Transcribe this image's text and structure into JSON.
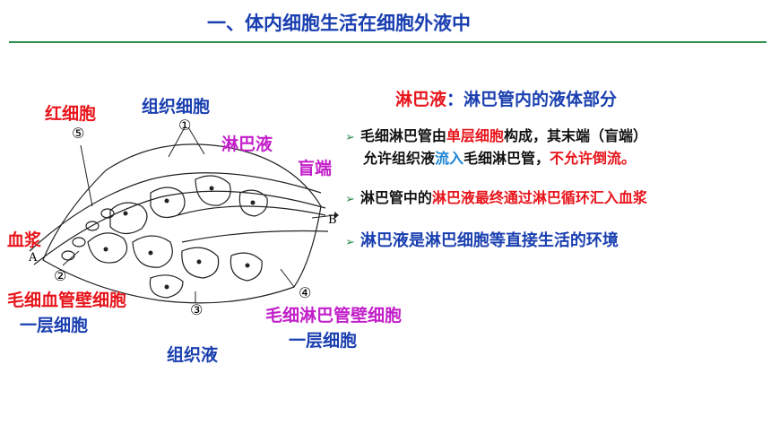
{
  "title": "一、体内细胞生活在细胞外液中",
  "diagram": {
    "labels": {
      "red_cell": "红细胞",
      "tissue_cell": "组织细胞",
      "lymph": "淋巴液",
      "blind_end": "盲端",
      "plasma": "血浆",
      "capillary_wall": "毛细血管壁细胞",
      "capillary_layer": "一层细胞",
      "tissue_fluid": "组织液",
      "lymph_wall": "毛细淋巴管壁细胞",
      "lymph_layer": "一层细胞"
    },
    "markers": {
      "n1": "①",
      "n2": "②",
      "n3": "③",
      "n4": "④",
      "n5": "⑤",
      "a": "A",
      "b": "B"
    }
  },
  "heading": {
    "term": "淋巴液",
    "colon": "：",
    "def": "淋巴管内的液体部分"
  },
  "bullets": {
    "b1_l1_p1": "毛细淋巴管由",
    "b1_l1_p2": "单层细胞",
    "b1_l1_p3": "构成，其末端（盲端）",
    "b1_l2_p1": "允许组织液",
    "b1_l2_p2": "流入",
    "b1_l2_p3": "毛细淋巴管，",
    "b1_l2_p4": "不允许倒流。",
    "b2_p1": "淋巴管中的",
    "b2_p2": "淋巴液最终通过淋巴循环汇入血浆",
    "b3": "淋巴液是淋巴细胞等直接生活的环境"
  }
}
